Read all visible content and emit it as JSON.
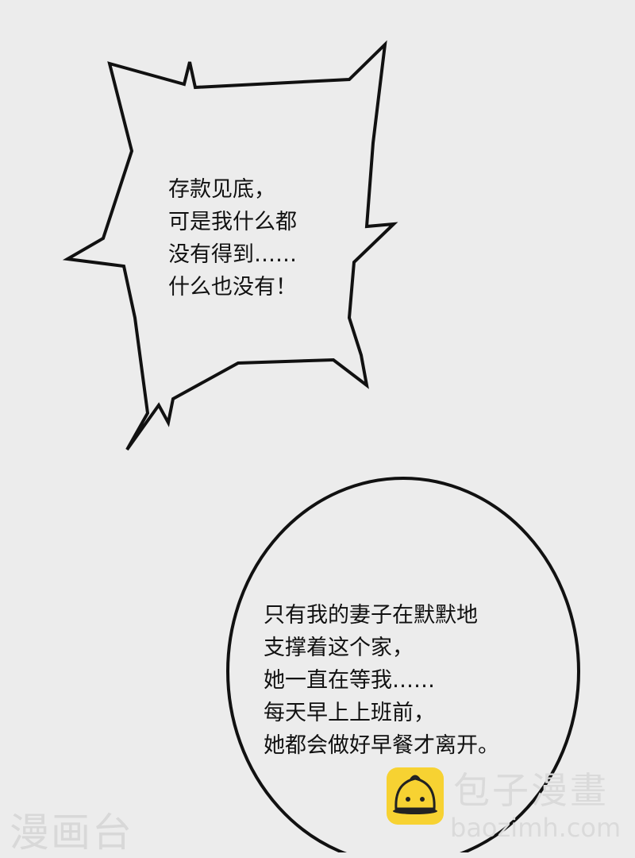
{
  "bubble_top": {
    "lines": [
      "存款见底，",
      "可是我什么都",
      "没有得到……",
      "什么也没有！"
    ]
  },
  "bubble_bottom": {
    "lines": [
      "只有我的妻子在默默地",
      "支撑着这个家，",
      "她一直在等我……",
      "每天早上上班前，",
      "她都会做好早餐才离开。"
    ]
  },
  "watermark": {
    "left": "漫画台",
    "brand": "包子漫畫",
    "url": "baozimh.com",
    "logo_color": "#f7d232"
  },
  "colors": {
    "background": "#ececec",
    "ink": "#111111"
  }
}
